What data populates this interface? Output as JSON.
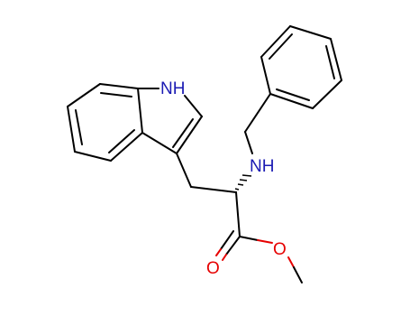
{
  "molecule": {
    "atoms": {
      "indole_nh": "NH",
      "amine_nh": "NH",
      "carbonyl_o": "O",
      "ester_o": "O"
    },
    "colors": {
      "bond": "#000000",
      "nitrogen": "#1a1ab3",
      "oxygen": "#e60000"
    }
  }
}
